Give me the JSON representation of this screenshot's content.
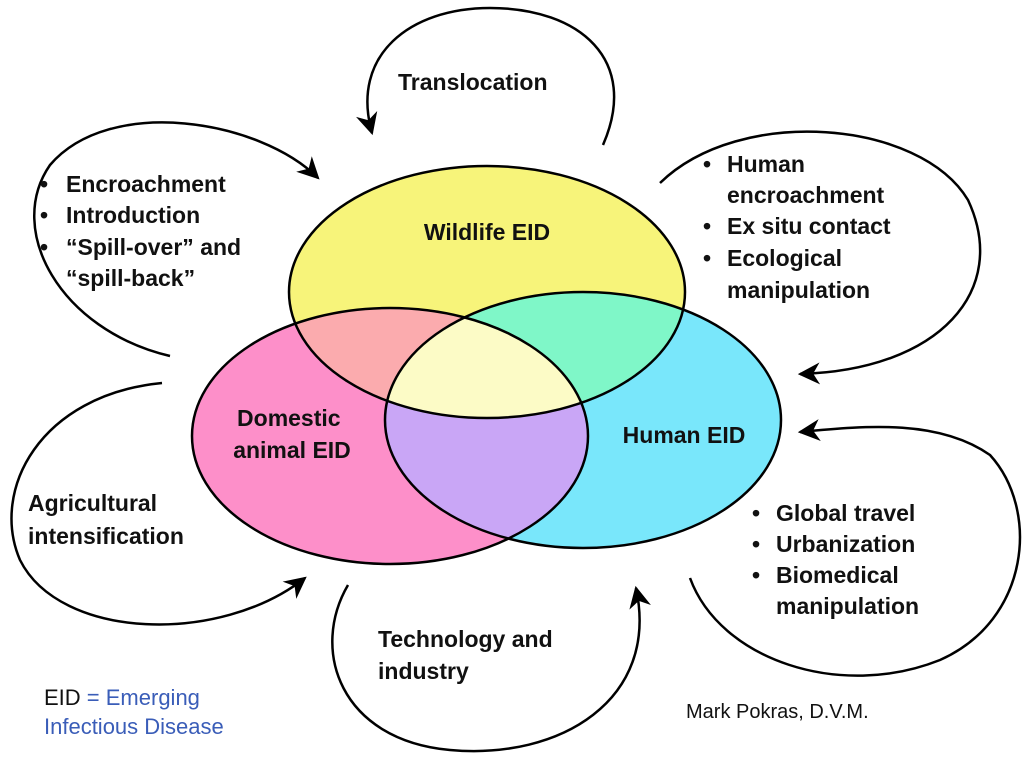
{
  "title": "",
  "circles": {
    "wildlife": {
      "label": "Wildlife EID",
      "color": "#f7f47a"
    },
    "domestic": {
      "label_lines": [
        "Domestic",
        "animal EID"
      ],
      "color": "#fd8fc9"
    },
    "human": {
      "label": "Human EID",
      "color": "#79e7fb"
    }
  },
  "overlap_colors": {
    "wildlife_domestic": "#fbabae",
    "wildlife_human": "#7ff7c8",
    "domestic_human": "#c9a6f6",
    "center": "#fcfbc6"
  },
  "drivers": {
    "top": {
      "lines": [
        "Translocation"
      ]
    },
    "top_left": {
      "bullets": [
        [
          "Encroachment"
        ],
        [
          "Introduction"
        ],
        [
          "“Spill-over” and",
          "“spill-back”"
        ]
      ]
    },
    "top_right": {
      "bullets": [
        [
          "Human",
          "encroachment"
        ],
        [
          "Ex situ contact"
        ],
        [
          "Ecological",
          "manipulation"
        ]
      ]
    },
    "left": {
      "lines": [
        "Agricultural",
        "intensification"
      ]
    },
    "bottom": {
      "lines": [
        "Technology and",
        "industry"
      ]
    },
    "bottom_right": {
      "bullets": [
        [
          "Global travel"
        ],
        [
          "Urbanization"
        ],
        [
          "Biomedical",
          "manipulation"
        ]
      ]
    }
  },
  "legend": {
    "abbr": "EID",
    "definition_line1": " = Emerging",
    "definition_line2": "Infectious Disease"
  },
  "credit": "Mark Pokras, D.V.M."
}
